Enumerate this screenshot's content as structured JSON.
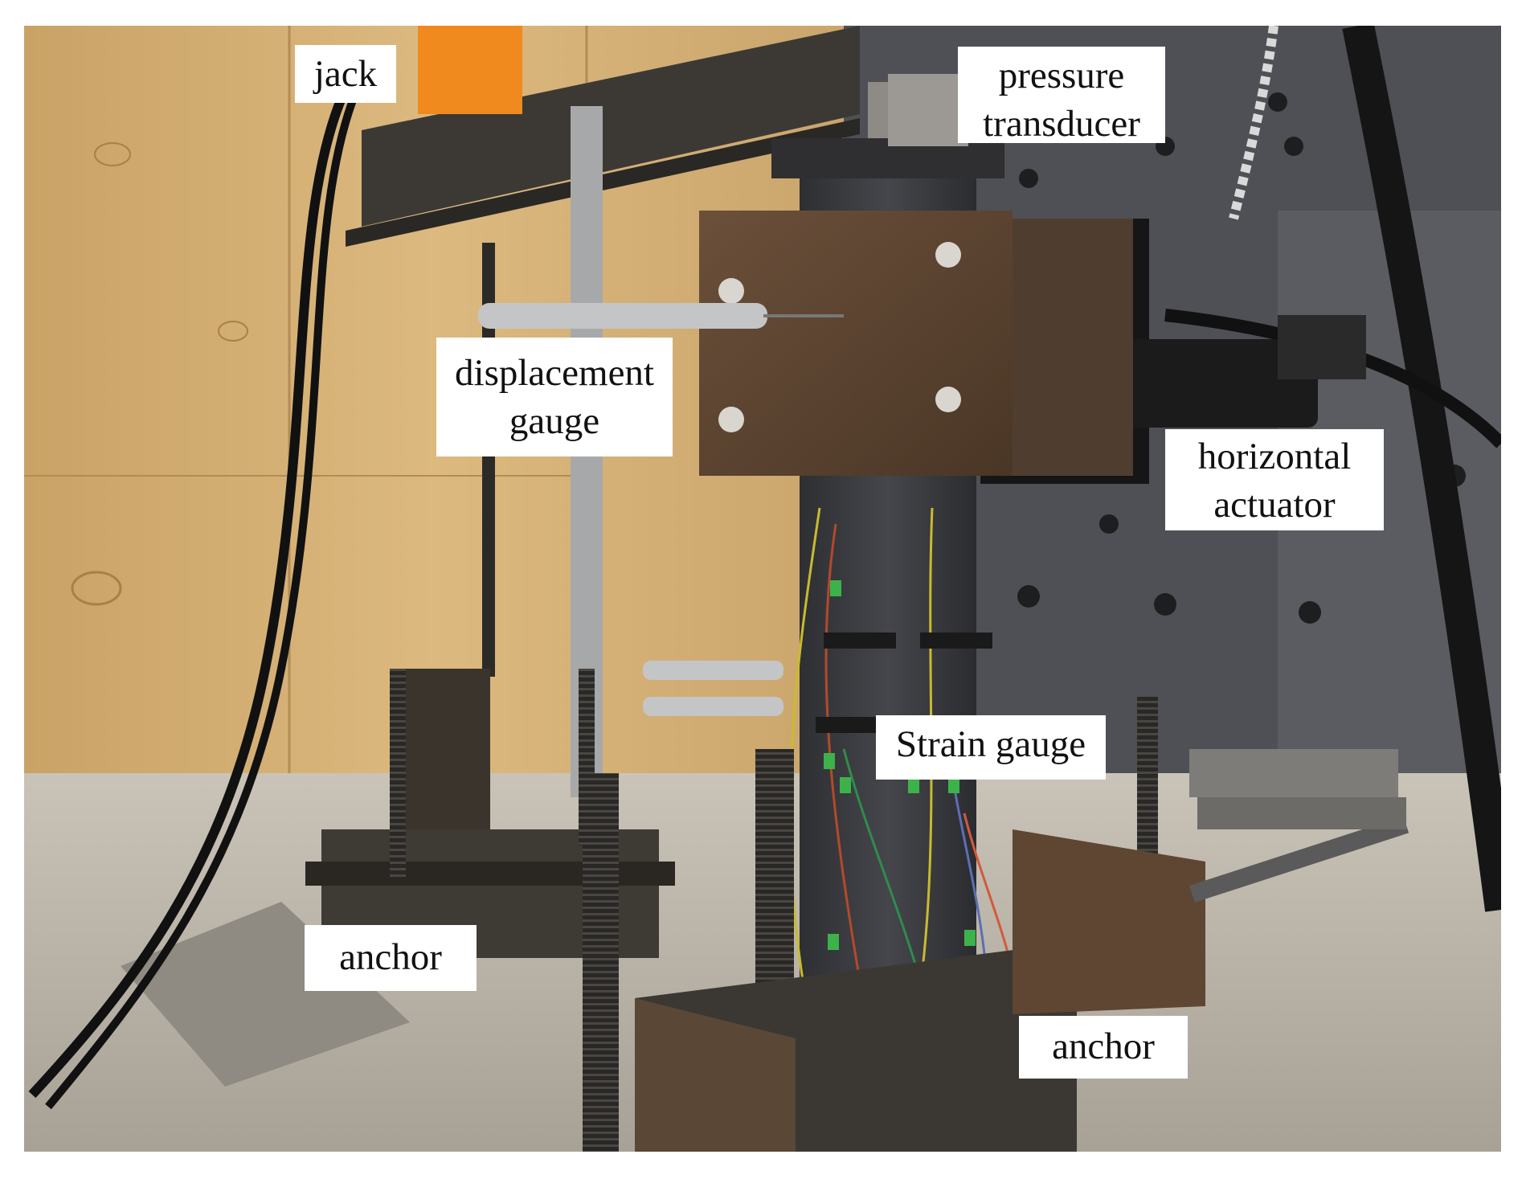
{
  "figure": {
    "description_colors": {
      "wall_wood": "#d8b47a",
      "reaction_wall": "#4e5055",
      "steel": "#3a3733",
      "rust": "#5e4632",
      "floor": "#b9b3a8",
      "label_bg": "#ffffff"
    }
  },
  "labels": {
    "jack": [
      "jack"
    ],
    "pressure_transducer": [
      "pressure",
      "transducer"
    ],
    "displacement_gauge": [
      "displacement",
      "gauge"
    ],
    "horizontal_actuator": [
      "horizontal",
      "actuator"
    ],
    "strain_gauge": [
      "Strain gauge"
    ],
    "anchor_left": [
      "anchor"
    ],
    "anchor_right": [
      "anchor"
    ]
  }
}
